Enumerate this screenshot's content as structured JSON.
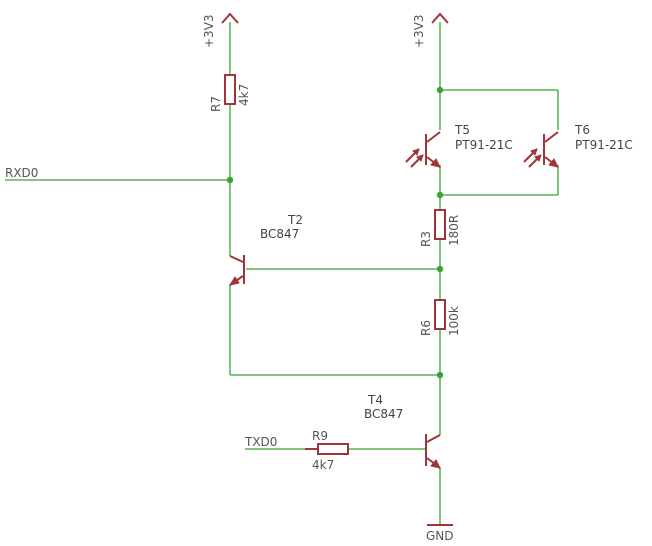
{
  "schematic": {
    "power": {
      "left_supply": "+3V3",
      "right_supply": "+3V3",
      "ground": "GND"
    },
    "nets": {
      "rx": "RXD0",
      "tx": "TXD0"
    },
    "resistors": {
      "r7": {
        "ref": "R7",
        "value": "4k7"
      },
      "r3": {
        "ref": "R3",
        "value": "180R"
      },
      "r6": {
        "ref": "R6",
        "value": "100k"
      },
      "r9": {
        "ref": "R9",
        "value": "4k7"
      }
    },
    "transistors": {
      "t2": {
        "ref": "T2",
        "value": "BC847"
      },
      "t4": {
        "ref": "T4",
        "value": "BC847"
      },
      "t5": {
        "ref": "T5",
        "value": "PT91-21C"
      },
      "t6": {
        "ref": "T6",
        "value": "PT91-21C"
      }
    },
    "colors": {
      "wire": "#3aa335",
      "component": "#a0343a",
      "label": "#555555"
    }
  }
}
